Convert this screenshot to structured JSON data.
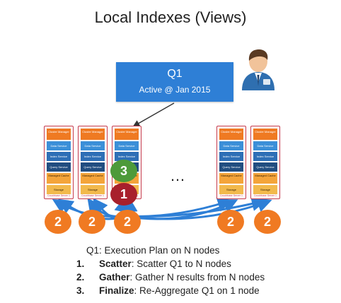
{
  "title": "Local Indexes (Views)",
  "query": {
    "name": "Q1",
    "subtitle": "Active @ Jan 2015"
  },
  "server_services": [
    "Cluster Manager",
    "Data Service",
    "Index Service",
    "Query Service",
    "Managed Cache",
    "Storage"
  ],
  "server_label": "Couchbase Server 1",
  "ellipsis": "…",
  "badges": {
    "scatter": "2",
    "gather": "3",
    "finalize": "1"
  },
  "plan": {
    "heading": "Q1: Execution Plan on N nodes",
    "steps": [
      {
        "num": "1.",
        "keyword": "Scatter",
        "text": ": Scatter Q1 to N nodes"
      },
      {
        "num": "2.",
        "keyword": "Gather",
        "text": ": Gather N results from N nodes"
      },
      {
        "num": "3.",
        "keyword": "Finalize",
        "text": ": Re-Aggregate Q1 on 1 node"
      }
    ]
  },
  "colors": {
    "query_box": "#2e7fd6",
    "scatter_badge": "#f07a22",
    "gather_badge": "#4d9a3a",
    "finalize_badge": "#a8202c",
    "arrows": "#2e7fd6",
    "server_border": "#c63a4c"
  }
}
